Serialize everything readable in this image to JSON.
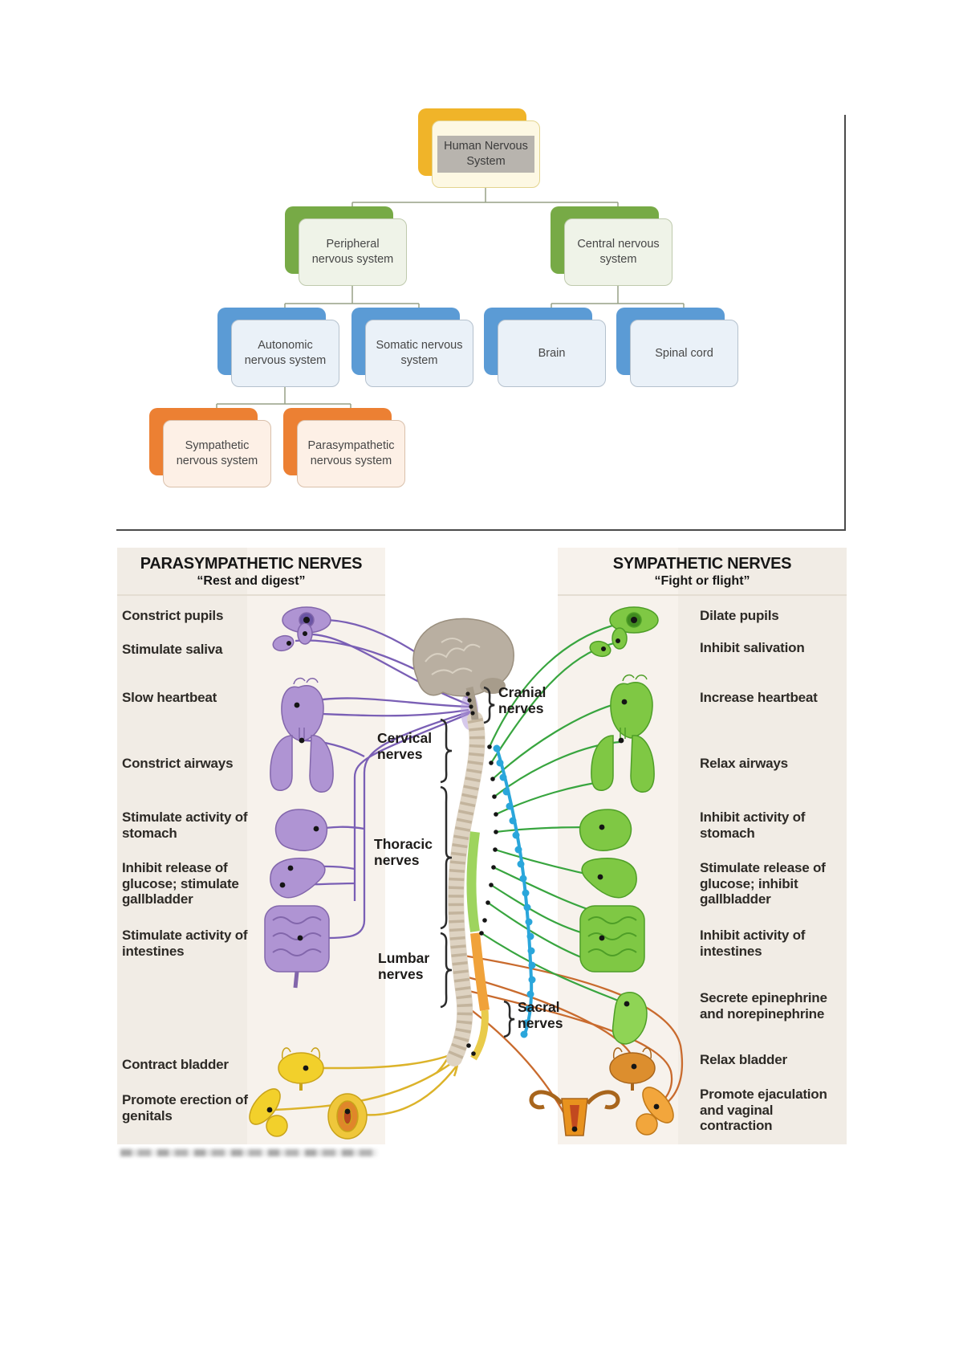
{
  "hierarchy_chart": {
    "nodes": [
      "Human Nervous System",
      "Peripheral nervous system",
      "Central nervous system",
      "Autonomic nervous system",
      "Somatic nervous system",
      "Brain",
      "Spinal cord",
      "Sympathetic nervous system",
      "Parasympathetic nervous system"
    ],
    "colors": {
      "root_shadow": "#F0B429",
      "level2_shadow": "#77AA46",
      "level3_shadow": "#5B9BD5",
      "level4_shadow": "#EC8033",
      "connector": "#97A186",
      "title_highlight": "#B8B4AE"
    }
  },
  "nerves_diagram": {
    "parasympathetic": {
      "title": "PARASYMPATHETIC NERVES",
      "subtitle": "“Rest and digest”",
      "labels": [
        "Constrict pupils",
        "Stimulate saliva",
        "Slow heartbeat",
        "Constrict airways",
        "Stimulate activity of stomach",
        "Inhibit release of glucose; stimulate gallbladder",
        "Stimulate activity of intestines",
        "Contract bladder",
        "Promote erection of genitals"
      ]
    },
    "sympathetic": {
      "title": "SYMPATHETIC NERVES",
      "subtitle": "“Fight or flight”",
      "labels": [
        "Dilate pupils",
        "Inhibit salivation",
        "Increase heartbeat",
        "Relax airways",
        "Inhibit activity of stomach",
        "Stimulate release of glucose; inhibit gallbladder",
        "Inhibit activity of intestines",
        "Secrete epinephrine and norepinephrine",
        "Relax bladder",
        "Promote ejaculation and vaginal contraction"
      ]
    },
    "spine_labels": [
      "Cranial nerves",
      "Cervical nerves",
      "Thoracic nerves",
      "Lumbar nerves",
      "Sacral nerves"
    ],
    "organs_left": [
      "eye",
      "salivary-glands",
      "heart",
      "lungs",
      "stomach",
      "liver-gallbladder",
      "intestines",
      "bladder",
      "genitals"
    ],
    "organs_right": [
      "eye",
      "salivary-glands",
      "heart",
      "lungs",
      "stomach",
      "liver-gallbladder",
      "intestines",
      "adrenal-gland",
      "bladder",
      "genitals"
    ],
    "colors": {
      "panel_bg": "#F1ECE5",
      "parasympathetic_organ": "#AF94D3",
      "parasympathetic_nerve": "#7A5FB5",
      "sympathetic_organ": "#7FC844",
      "sympathetic_nerve": "#38A53F",
      "sacral_nerve_yellow": "#DCB32A",
      "lumbar_nerve_orange": "#C96B2E",
      "sympathetic_chain_blue": "#2AA6DB",
      "spine_beige": "#DED3C2"
    }
  }
}
